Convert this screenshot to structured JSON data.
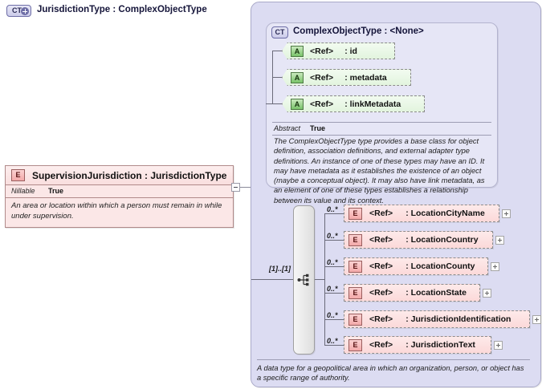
{
  "element": {
    "badge": "E",
    "title": "SupervisionJurisdiction : JurisdictionType",
    "property_key": "Nillable",
    "property_value": "True",
    "description": "An area or location within which a person must remain in while under supervision."
  },
  "collapse_toggle": {
    "name": "collapse-toggle",
    "glyph": "−"
  },
  "type_panel": {
    "badge": "CT",
    "badge_expand": "+",
    "title": "JurisdictionType : ComplexObjectType",
    "annotation": "A data type for a geopolitical area in which an organization, person, or object has a specific range of authority."
  },
  "base_panel": {
    "badge": "CT",
    "title": "ComplexObjectType : <None>",
    "abstract_key": "Abstract",
    "abstract_value": "True",
    "description": "The ComplexObjectType type provides a base class for object definition, association definitions, and external adapter type definitions. An instance of one of these types may have an ID. It may have metadata as it establishes the existence of an object (maybe a conceptual object). It may also have link metadata, as an element of one of these types establishes a relationship between its value and its context.",
    "attributes": [
      {
        "badge": "A",
        "ref": "<Ref>",
        "name": ": id"
      },
      {
        "badge": "A",
        "ref": "<Ref>",
        "name": ": metadata"
      },
      {
        "badge": "A",
        "ref": "<Ref>",
        "name": ": linkMetadata"
      }
    ]
  },
  "sequence": {
    "icon": "sequence-icon",
    "cardinality": "[1]..[1]"
  },
  "elements": [
    {
      "badge": "E",
      "ref": "<Ref>",
      "name": ": LocationCityName",
      "cardinality": "0..*",
      "expand": "+"
    },
    {
      "badge": "E",
      "ref": "<Ref>",
      "name": ": LocationCountry",
      "cardinality": "0..*",
      "expand": "+"
    },
    {
      "badge": "E",
      "ref": "<Ref>",
      "name": ": LocationCounty",
      "cardinality": "0..*",
      "expand": "+"
    },
    {
      "badge": "E",
      "ref": "<Ref>",
      "name": ": LocationState",
      "cardinality": "0..*",
      "expand": "+"
    },
    {
      "badge": "E",
      "ref": "<Ref>",
      "name": ": JurisdictionIdentification",
      "cardinality": "0..*",
      "expand": "+"
    },
    {
      "badge": "E",
      "ref": "<Ref>",
      "name": ": JurisdictionText",
      "cardinality": "0..*",
      "expand": "+"
    }
  ],
  "colors": {
    "panel_outer": "#dcdcf2",
    "panel_inner": "#e6e6f6",
    "element_pink": "#fcd9d9",
    "attribute_green": "#e2f4de",
    "line": "#6b6b7a"
  }
}
